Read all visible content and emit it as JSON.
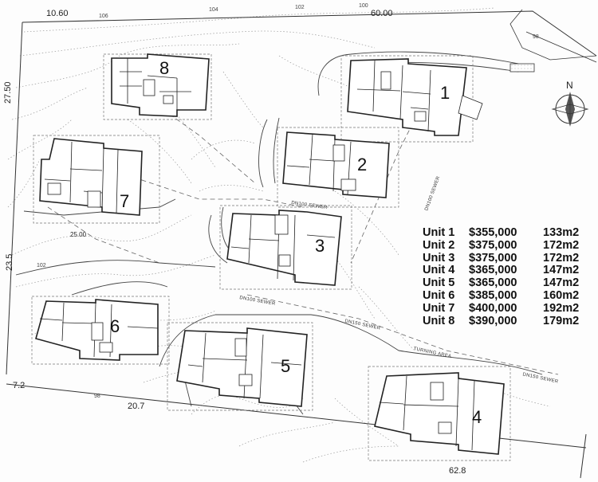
{
  "site_plan": {
    "dimensions": {
      "top_left": "10.60",
      "top_right": "60.00",
      "left_upper": "27.50",
      "left_lower": "23.5",
      "inner_left": "25.00",
      "bottom_left": "7.2",
      "bottom_mid": "20.7",
      "bottom_right": "62.8"
    },
    "contour_labels": [
      "106",
      "104",
      "102",
      "100",
      "98",
      "102",
      "98"
    ],
    "sewer_labels": [
      "DN100 SEWER",
      "DN100 SEWER",
      "DN100 SEWER",
      "DN150 SEWER",
      "DN150 SEWER",
      "TURNING AREA"
    ],
    "unit_labels": [
      "1",
      "2",
      "3",
      "4",
      "5",
      "6",
      "7",
      "8"
    ],
    "north_label": "N"
  },
  "price_list": [
    {
      "unit": "Unit 1",
      "price": "$355,000",
      "area": "133m2"
    },
    {
      "unit": "Unit 2",
      "price": "$375,000",
      "area": "172m2"
    },
    {
      "unit": "Unit 3",
      "price": "$375,000",
      "area": "172m2"
    },
    {
      "unit": "Unit 4",
      "price": "$365,000",
      "area": "147m2"
    },
    {
      "unit": "Unit 5",
      "price": "$365,000",
      "area": "147m2"
    },
    {
      "unit": "Unit 6",
      "price": "$385,000",
      "area": "160m2"
    },
    {
      "unit": "Unit 7",
      "price": "$400,000",
      "area": "192m2"
    },
    {
      "unit": "Unit 8",
      "price": "$390,000",
      "area": "179m2"
    }
  ]
}
